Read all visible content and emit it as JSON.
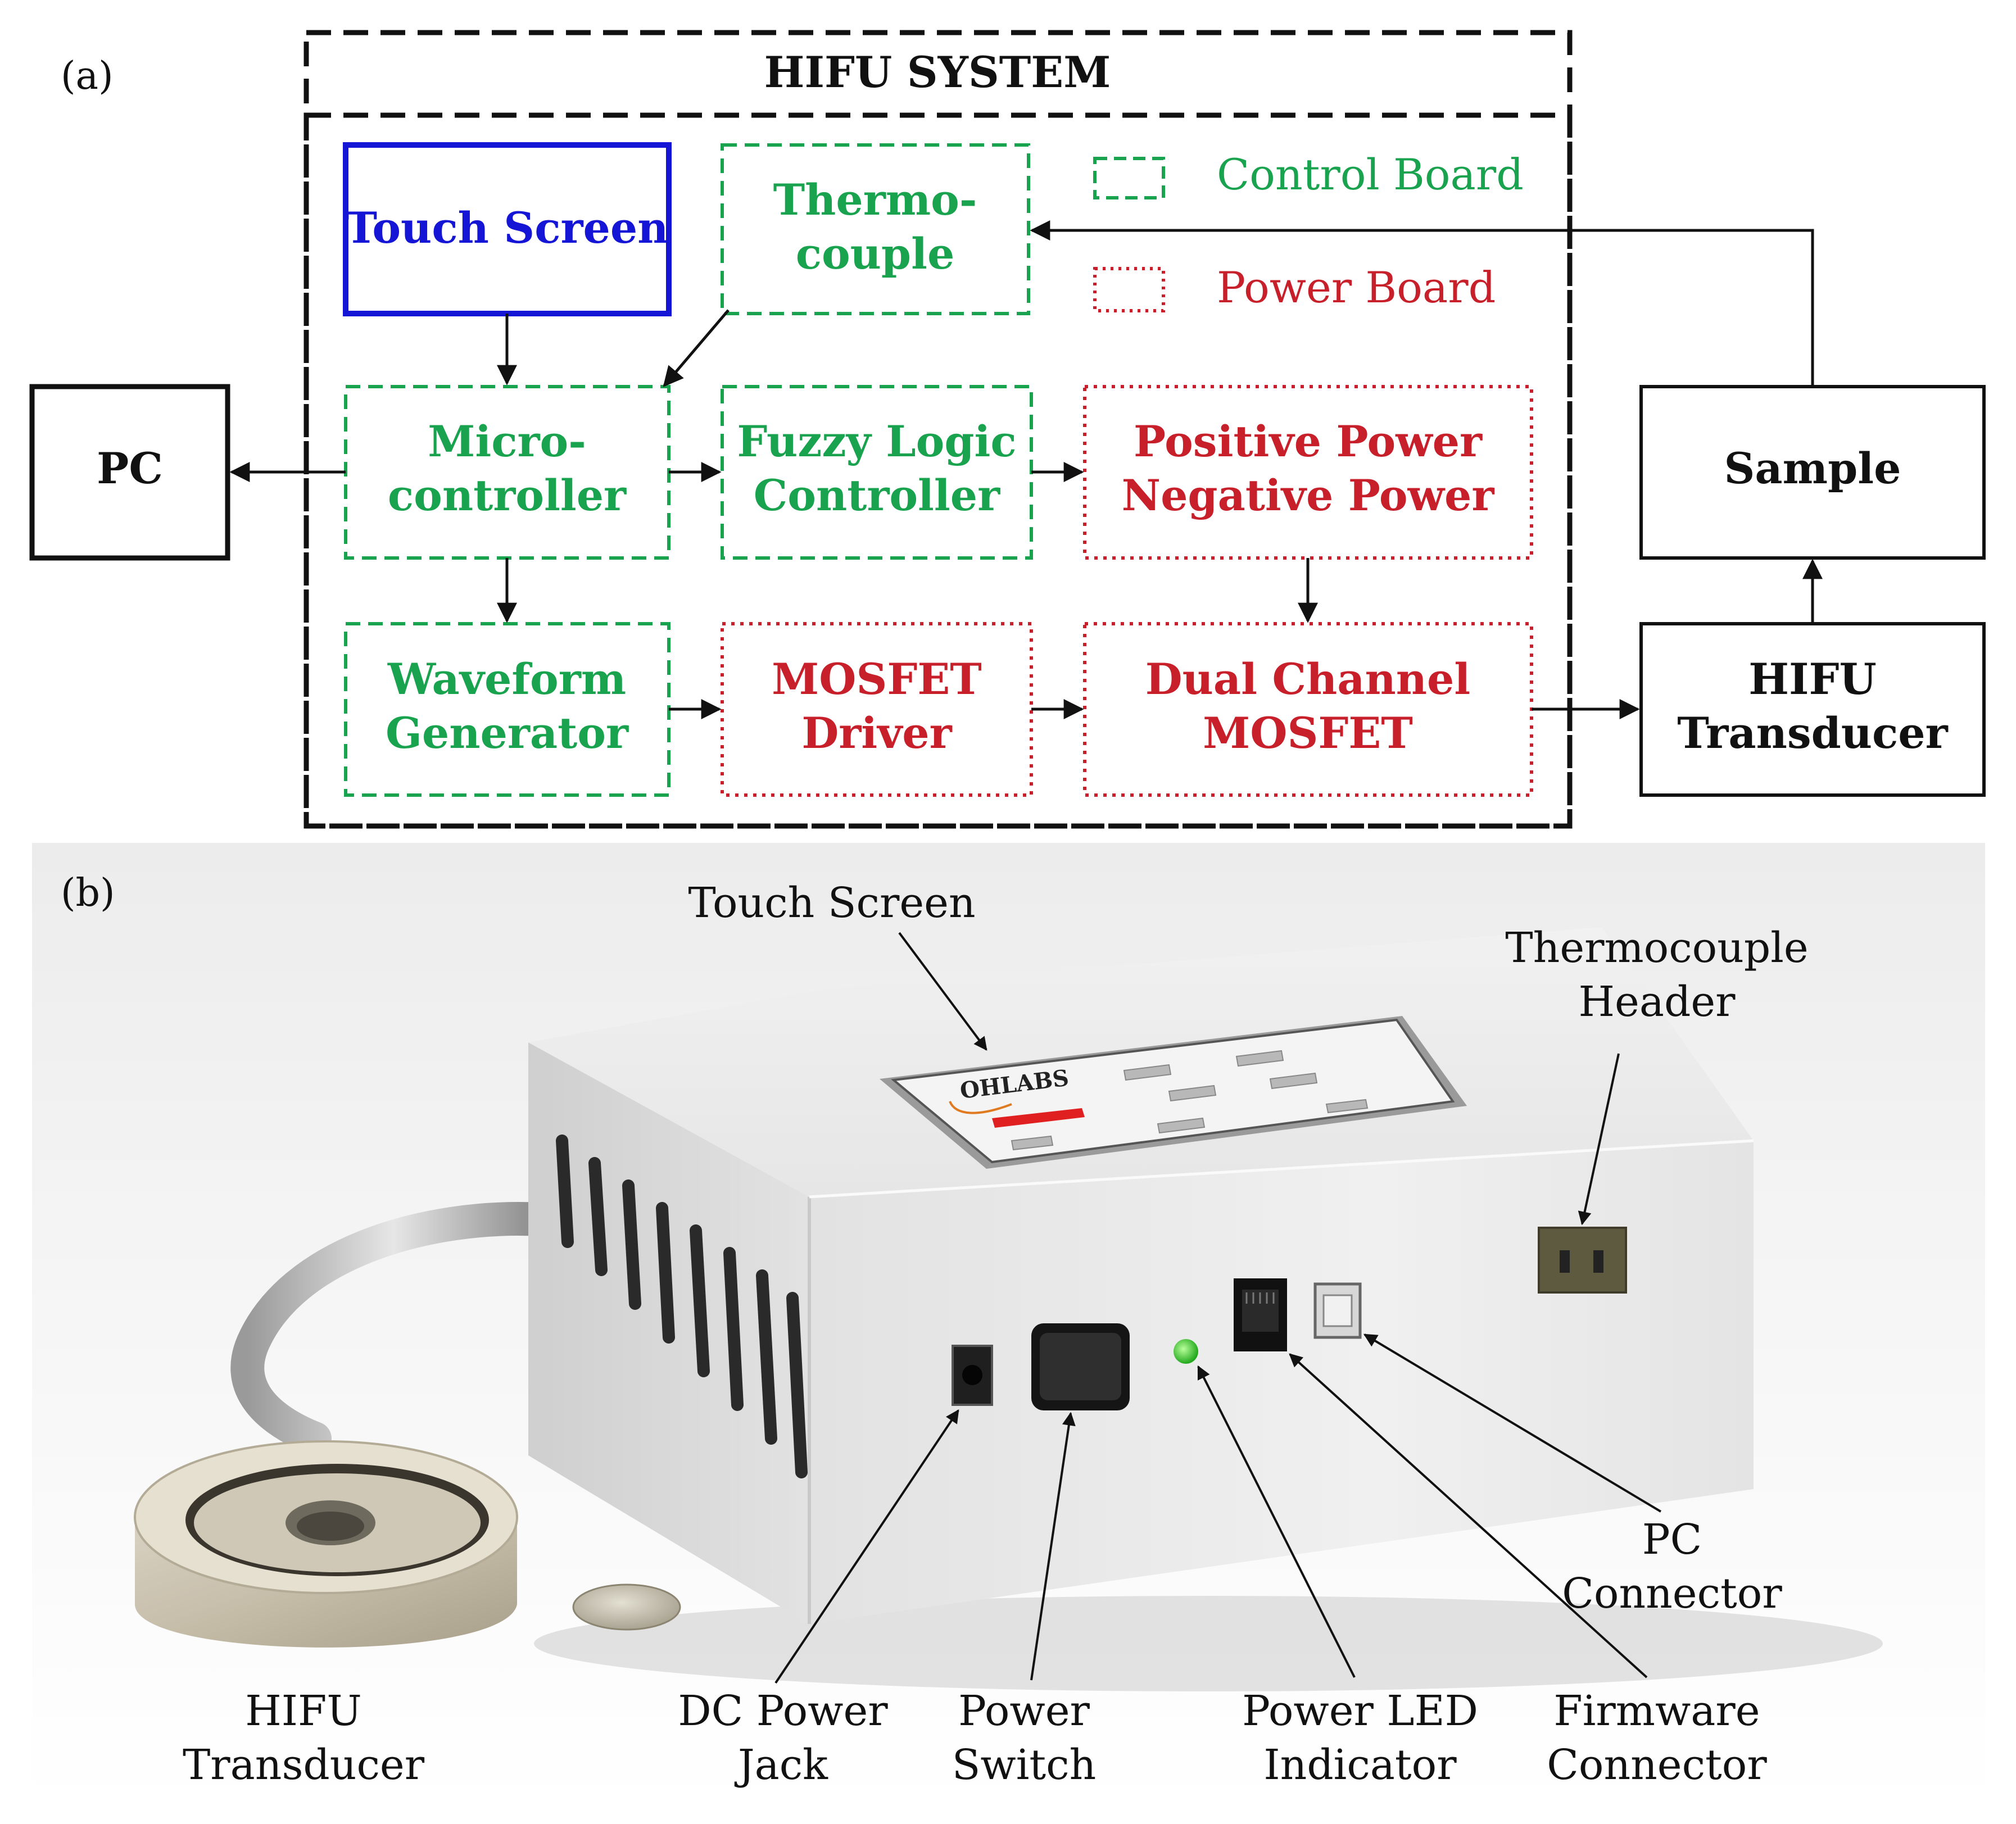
{
  "colors": {
    "black": "#111111",
    "green": "#1aa34f",
    "red": "#c8202a",
    "blue": "#1515d6",
    "device_body": "#e9e9e9",
    "led": "#35d430"
  },
  "panel_a": {
    "label": "(a)",
    "system_title": "HIFU SYSTEM",
    "legend": {
      "control": "Control Board",
      "power": "Power Board"
    },
    "blocks": {
      "touch_screen": "Touch Screen",
      "thermocouple_1": "Thermo-",
      "thermocouple_2": "couple",
      "micro_1": "Micro-",
      "micro_2": "controller",
      "fuzzy_1": "Fuzzy Logic",
      "fuzzy_2": "Controller",
      "power_1": "Positive Power",
      "power_2": "Negative Power",
      "waveform_1": "Waveform",
      "waveform_2": "Generator",
      "driver_1": "MOSFET",
      "driver_2": "Driver",
      "mosfet_1": "Dual Channel",
      "mosfet_2": "MOSFET",
      "pc": "PC",
      "sample": "Sample",
      "transducer_1": "HIFU",
      "transducer_2": "Transducer"
    }
  },
  "panel_b": {
    "label": "(b)",
    "screen_logo": "OHLABS",
    "callouts": {
      "touch_screen": "Touch Screen",
      "thermo_header_1": "Thermocouple",
      "thermo_header_2": "Header",
      "pc_connector_1": "PC",
      "pc_connector_2": "Connector",
      "transducer_1": "HIFU",
      "transducer_2": "Transducer",
      "dc_jack_1": "DC Power",
      "dc_jack_2": "Jack",
      "power_switch_1": "Power",
      "power_switch_2": "Switch",
      "led_1": "Power LED",
      "led_2": "Indicator",
      "firmware_1": "Firmware",
      "firmware_2": "Connector"
    }
  }
}
